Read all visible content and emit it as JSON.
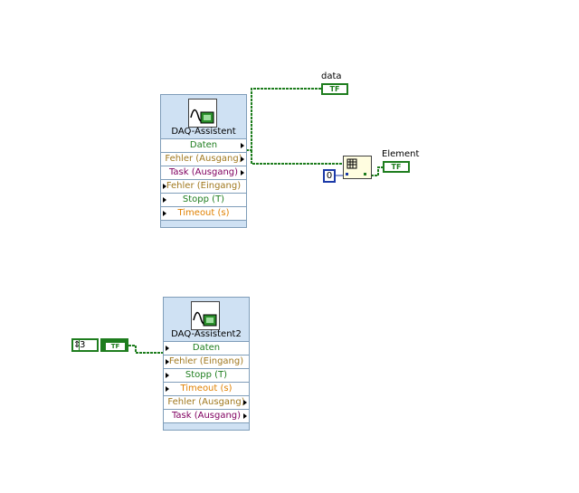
{
  "vi1": {
    "title": "DAQ-Assistent",
    "terminals": [
      {
        "label": "Daten",
        "color": "#1e7d1e",
        "dir": "out"
      },
      {
        "label": "Fehler (Ausgang)",
        "color": "#a0781e",
        "dir": "out"
      },
      {
        "label": "Task (Ausgang)",
        "color": "#800060",
        "dir": "out"
      },
      {
        "label": "Fehler (Eingang)",
        "color": "#a0781e",
        "dir": "in"
      },
      {
        "label": "Stopp (T)",
        "color": "#1e7d1e",
        "dir": "in"
      },
      {
        "label": "Timeout (s)",
        "color": "#e08000",
        "dir": "in"
      }
    ]
  },
  "vi2": {
    "title": "DAQ-Assistent2",
    "terminals": [
      {
        "label": "Daten",
        "color": "#1e7d1e",
        "dir": "in"
      },
      {
        "label": "Fehler (Eingang)",
        "color": "#a0781e",
        "dir": "in"
      },
      {
        "label": "Stopp (T)",
        "color": "#1e7d1e",
        "dir": "in"
      },
      {
        "label": "Timeout (s)",
        "color": "#e08000",
        "dir": "in"
      },
      {
        "label": "Fehler (Ausgang)",
        "color": "#a0781e",
        "dir": "out"
      },
      {
        "label": "Task (Ausgang)",
        "color": "#800060",
        "dir": "out"
      }
    ]
  },
  "data_indicator": {
    "label": "data",
    "glyph": "TF"
  },
  "element_indicator": {
    "label": "Element",
    "glyph": "TF"
  },
  "index_constant": "0",
  "control_value": "3",
  "bool_glyph": "TF",
  "colors": {
    "wire": "#1e7d1e",
    "express_bg": "#cfe1f3",
    "numeric": "#1c3aa8"
  }
}
